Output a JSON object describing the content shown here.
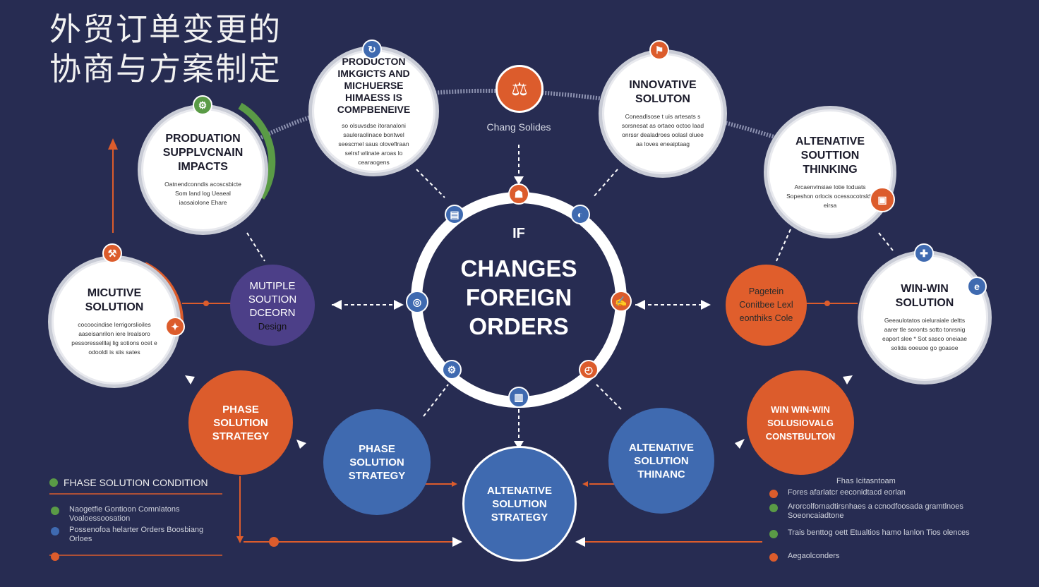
{
  "title_cn": "外贸订单变更的协商与方案制定",
  "center": {
    "if_label": "IF",
    "title": "CHANGES FOREIGN ORDERS",
    "caption": "Chang Solides"
  },
  "nodes": {
    "production_insights": {
      "title": "PRODUCTON IMKGICTS AND MICHUERSE HIMAESS IS COMPBENEIVE",
      "body": "so olsuvsdse itoranaloni sauleraolinace bontwel seescmel saus oloveflraan selrsf wlinate aroas lo cearaogens"
    },
    "innovative": {
      "title": "INNOVATIVE SOLUTON",
      "body": "Coneadlsose t uis artesats s sorsnesat as ortaeo octoo laad onrssr dealadroes oolasl oluee aa loves eneaiptaag"
    },
    "production_supply": {
      "title": "PRODUATION SUPPLVCNAIN IMPACTS",
      "body": "Oatnendconndis acoscsbicte Som land log Ueaeal iaosaiolone Ehare"
    },
    "alternative_top": {
      "title": "ALTENATIVE SOUTTION THINKING",
      "body": "Arcaenvlnsiae lotie loduats Sopeshon orlocis ocessocotrsldy eirsa"
    },
    "micutive": {
      "title": "MICUTIVE SOLUTION",
      "body": "cocoocindise lerrigorslioiles aaseisanrilon iere lrealsoro pessoresselllaj lig sotions ocet e odooldi is siis sates"
    },
    "win_win_white": {
      "title": "WIN-WIN SOLUTION",
      "body": "Geeaulotatos oieluraiale deltts aarer tle soronts sotto tonrsnig eaport slee * Sot sasco oneiaae solida ooeuoe go goasoe"
    },
    "multiple": {
      "title": "MUTIPLE SOUTION DCEORN",
      "sub": "Design"
    },
    "orange_right": {
      "title": "Pagetein Conitbee Lexl eonthiks Cole"
    },
    "phase_left": {
      "title": "PHASE SOLUTION STRATEGY"
    },
    "phase_blue": {
      "title": "PHASE SOLUTION STRATEGY"
    },
    "alt_strategy": {
      "title": "ALTENATIVE SOLUTION STRATEGY"
    },
    "alt_thinking_blue": {
      "title": "ALTENATIVE SOLUTION THINANC"
    },
    "win_win_orange": {
      "title": "WIN WIN-WIN SOLUSIOVALG CONSTBULTON"
    }
  },
  "legend_left": {
    "heading": "FHASE SOLUTION CONDITION",
    "rows": [
      {
        "color": "green",
        "text": "Naogetfie Gontioon Comnlatons Voaloessoosation"
      },
      {
        "color": "blue",
        "text": "Possenofoa helarter Orders Boosbiang Orloes"
      },
      {
        "color": "orange",
        "text": ""
      }
    ]
  },
  "legend_right": {
    "heading": "Fhas Icitasntoam",
    "rows": [
      {
        "color": "orange",
        "text": "Fores afarlatcr eeconidtacd eorlan"
      },
      {
        "color": "green",
        "text": "Arorcolfornadtirsnhaes a ccnodfoosada gramtlnoes Soeoncaiadtone"
      },
      {
        "color": "green",
        "text": "Trais benttog oett Etualtios hamo lanlon Tios olences"
      },
      {
        "color": "orange",
        "text": "Aegaolconders"
      }
    ]
  },
  "colors": {
    "background": "#272c52",
    "orange": "#dc5c2c",
    "blue": "#3f6ab0",
    "purple": "#4c3f88",
    "green": "#5a9b46",
    "white": "#ffffff"
  }
}
